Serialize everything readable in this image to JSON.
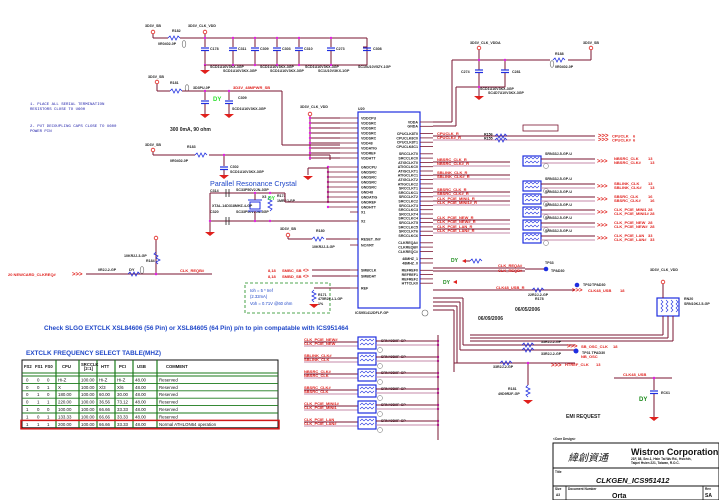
{
  "notes": {
    "note1_line1": "1- PLACE ALL SERIAL TERMINATION",
    "note1_line2": "RESISTORS CLOSE TO U600",
    "note2_line1": "2- PUT DECOUPLING CAPS CLOSE TO U600",
    "note2_line2": "POWER PIN",
    "ferrite": "300 0mA, 90 ohm"
  },
  "power_nets": {
    "v3_sb": "3D3V_SB",
    "clk_vdd": "3D3V_CLK_VDD",
    "clk_vdda": "3D3V_CLK_VDDA",
    "cpu_vdd": "3D3V_48MPWR_SB"
  },
  "components": {
    "r_top_left": "R182",
    "r_top_left_val": "0R0402-0P",
    "r_mid_left": "R181",
    "r_mid_left_val": "3D3PU-0P",
    "r_third": "R183",
    "r_third_val": "0R0402-0P",
    "r_top_right": "R188",
    "r_top_right_val": "0R0402-0P",
    "cap_labels": [
      "C178",
      "C311",
      "C309",
      "C303",
      "C310",
      "C273",
      "C308"
    ],
    "cap_values": [
      "SCD1U16V3KX-3GP",
      "SCD1U16V3KX-3GP",
      "SCD1U16V3KX-3GP",
      "SCD1U16V3KX-3GP",
      "SCD1U16V3KX-3GP",
      "SC1U10V3KX-1GP",
      "SC10U10V5ZY-1GP"
    ],
    "vdda_caps": [
      "C274",
      "C281"
    ],
    "vdda_cap_values": [
      "SCD1U16V3KX-3GP",
      "SC4D7U10V3KX-3GP"
    ],
    "c302": "C302",
    "c302_val": "SCD1U16V3KX-3GP",
    "c313": "C313",
    "c313_val": "SC10U10V5ZY-1GP"
  },
  "ic": {
    "ref": "U20",
    "part": "ICS951412DFLF-GP",
    "left_pins_power": [
      "VDDCPU",
      "VDDSRC",
      "VDDSRC",
      "VDDSRC",
      "VDDSRC",
      "VDD48",
      "VDDATIG",
      "VDDREF",
      "VDDHTT"
    ],
    "left_pins_gnd": [
      "GNDCPU",
      "GNDSRC",
      "GNDSRC",
      "GNDSRC",
      "GNDSRC",
      "GND48",
      "GNDATIG",
      "GNDREF",
      "GNDHTT"
    ],
    "left_pins_misc": [
      "X1",
      "X2",
      "RESET_IN#",
      "NC#/RT",
      "SMBCLK",
      "SMBDAT",
      "REF"
    ],
    "right_pins_top": [
      "VDDA",
      "GNDA"
    ],
    "right_pins_cpu": [
      "CPUCLK8T0",
      "CPUCLK8C0",
      "CPUCLK8T1",
      "CPUCLK8C1"
    ],
    "right_pins_src": [
      "SRCCLKT0",
      "SRCCLKC0",
      "ATIGCLKT0",
      "ATIGCLKC0",
      "ATIGCLKT1",
      "ATIGCLKC1",
      "ATIGCLKT2",
      "ATIGCLKC2",
      "SRCCLKT1",
      "SRCCLKC1",
      "SRCCLKT2",
      "SRCCLKC2",
      "SRCCLKT3",
      "SRCCLKC3",
      "SRCCLKT4",
      "SRCCLKC4",
      "SRCCLKT5",
      "SRCCLKC5",
      "SRCCLKT6",
      "SRCCLKC6"
    ],
    "right_pins_clkreq": [
      "CLKREQA#",
      "CLKREQB#",
      "CLKREQC#"
    ],
    "right_pins_48": [
      "48MHZ_1",
      "48MHZ_0"
    ],
    "right_pins_ref": [
      "REFREF0",
      "REFREF1",
      "REFREF2",
      "HTTCLK0"
    ]
  },
  "crystal": {
    "title": "Parallel Resonance Crystal",
    "ref": "X3",
    "part": "XTAL-14D318MHZ-4-GP",
    "c_a": "C314",
    "c_b": "C320",
    "c_val": "SC33P50V2JN-3GP",
    "r_ref": "R173",
    "r_val": "1MR2J-GP",
    "dy": "DY"
  },
  "reset": {
    "net": "3D3V_SB",
    "r": "R180",
    "r_val": "10KR2J-3-GP"
  },
  "smbus": {
    "ref_nets": [
      "8,18",
      "8,18"
    ],
    "nets": [
      "SMBC_SB",
      "SMBD_SB"
    ]
  },
  "iref_box": {
    "line1": "Ioh = 5 * Iref",
    "line2": "(2.32mA)",
    "line3": "Voh = 0.71V @60 ohm",
    "r": "R171",
    "r_val": "475R2F-L1-GP",
    "tol": "1%"
  },
  "newcard": {
    "left_label": "20 NEWCARD_CLKREQ#",
    "r": "R184",
    "r_val": "10KR2J-3-GP",
    "r2": "R186",
    "r2_val": "0R2J-2-GP",
    "dy": "DY",
    "net": "CLK_REQB#"
  },
  "check_note": "Check SLGO EXTCLK XSL84606 (56 Pin) or XSL84605 (64 Pin) p/n to pin compatable with ICS951464",
  "table": {
    "title": "EXTCLK FREQUENCY SELECT TABLE(MHZ)",
    "headers": [
      "FS2",
      "FS1",
      "FS0",
      "CPU",
      "SRCCLK [2:1]",
      "HTT",
      "PCI",
      "USB",
      "COMMENT"
    ],
    "rows": [
      [
        "0",
        "0",
        "0",
        "Hi-Z",
        "100.00",
        "Hi-Z",
        "Hi-Z",
        "48.00",
        "Reserved"
      ],
      [
        "0",
        "0",
        "1",
        "X",
        "100.00",
        "X/3",
        "X/6",
        "48.00",
        "Reserved"
      ],
      [
        "0",
        "1",
        "0",
        "180.00",
        "100.00",
        "60.00",
        "30.00",
        "48.00",
        "Reserved"
      ],
      [
        "0",
        "1",
        "1",
        "220.00",
        "100.00",
        "36.56",
        "73.12",
        "48.00",
        "Reserved"
      ],
      [
        "1",
        "0",
        "0",
        "100.00",
        "100.00",
        "66.66",
        "33.33",
        "48.00",
        "Reserved"
      ],
      [
        "1",
        "0",
        "1",
        "133.33",
        "100.00",
        "66.66",
        "33.33",
        "48.00",
        "Reserved"
      ],
      [
        "1",
        "1",
        "1",
        "200.00",
        "100.00",
        "66.66",
        "33.33",
        "48.00",
        "Normal ATHLON64 operation"
      ]
    ],
    "highlight_row": 6
  },
  "outputs": {
    "cpu": [
      {
        "net": "CPUCLK_R",
        "off": "CPUCLK",
        "page": "6"
      },
      {
        "net": "CPUCLK#_R",
        "off": "CPUCLK#",
        "page": "6"
      }
    ],
    "cpu_res": [
      "R156",
      "R155"
    ],
    "rp_groups": [
      {
        "rp": "RP13",
        "val": "SRN33J-5-GP-U",
        "nets": [
          "NBSRC_CLK",
          "NBSRC_CLK#"
        ],
        "page": "13"
      },
      {
        "rp": "RP14",
        "val": "SRN33J-5-GP-U",
        "nets": [
          "SBLINK_CLK",
          "SBLINK_CLK#"
        ],
        "page": "13"
      },
      {
        "rp": "RP15",
        "val": "SRN33J-5-GP-U",
        "nets": [
          "SBSRC_CLK",
          "SBSRC_CLK#"
        ],
        "page": "16"
      },
      {
        "rp": "RP16",
        "val": "SRN33J-5-GP-U",
        "nets": [
          "CLK_PCIE_MINI1",
          "CLK_PCIE_MINI1#"
        ],
        "page": "28"
      },
      {
        "rp": "RP17",
        "val": "SRN33J-5-GP-U",
        "nets": [
          "CLK_PCIE_NEW",
          "CLK_PCIE_NEW#"
        ],
        "page": "28"
      },
      {
        "rp": "RP18",
        "val": "SRN33J-5-GP-U",
        "nets": [
          "CLK_PCIE_LAN",
          "CLK_PCIE_LAN#"
        ],
        "page": "33"
      }
    ],
    "ic_right_nets": [
      "CPUCLK_R",
      "CPUCLK#_R",
      "NBSRC_CLK_R",
      "NBSRC_CLK#_R",
      "SBLINK_CLK_R",
      "SBLINK_CLK#_R",
      "SBSRC_CLK_R",
      "SBSRC_CLK#_R",
      "CLK_PCIE_MINI1_R",
      "CLK_PCIE_MINI1#_R",
      "CLK_PCIE_NEW_R",
      "CLK_PCIE_NEW#_R",
      "CLK_PCIE_LAN_R",
      "CLK_PCIE_LAN#_R"
    ],
    "tp": [
      {
        "ref": "TP33",
        "label": "TPAD30"
      },
      {
        "ref": "TP32",
        "label": "TPAD30"
      }
    ],
    "clk_req": [
      "CLK_REQA#",
      "CLK_REQB#"
    ],
    "usb": {
      "net": "CLK48_USB_R",
      "off": "CLK48_USB",
      "page": "18",
      "r": "R178",
      "r_val": "22R2J-2-GP"
    },
    "dy": "DY",
    "rn": {
      "ref": "RN20",
      "val": "SRN10KJ-5-GP",
      "pwr": "3D3V_CLK_VDD"
    },
    "dates": [
      "06/05/2006",
      "06/09/2006"
    ],
    "ref_out": [
      {
        "net": "SB_OSC_CLK",
        "page": "18",
        "r": "R186",
        "val": "33R2J-2-GP"
      },
      {
        "net": "NB_OSC",
        "page": "13",
        "r": "R185",
        "val": "33R2J-2-GP",
        "tp": "TP31 TPAD30"
      },
      {
        "net": "HTREF_CLK",
        "page": "13",
        "r": "R187",
        "val": "33R2J-2-GP"
      }
    ],
    "r_pd": {
      "ref": "R181",
      "val": "49D9R2F-GP"
    },
    "usb_cap": {
      "net": "CLK48_USB",
      "ref": "EC61",
      "val": "SC10P50V2JN-4GP",
      "dy": "DY"
    },
    "emi": "EMI REQUEST"
  },
  "bottom_rp": {
    "val": "SRN49D9F-GP",
    "groups": [
      [
        "CLK_PCIE_NEW#",
        "CLK_PCIE_NEW"
      ],
      [
        "SBLINK_CLK#",
        "SBLINK_CLK"
      ],
      [
        "NBSRC_CLK#",
        "NBSRC_CLK"
      ],
      [
        "SBSRC_CLK#",
        "SBSRC_CLK"
      ],
      [
        "CLK_PCIE_MINI1#",
        "CLK_PCIE_MINI1"
      ],
      [
        "CLK_PCIE_LAN",
        "CLK_PCIE_LAN#"
      ]
    ]
  },
  "title_block": {
    "design_tag": "<Core Design>",
    "chinese_name": "緯創資通",
    "company": "Wistron Corporation",
    "address1": "21F, 88, Sec.1, Hsin Tai Wu Rd., Hsichih,",
    "address2": "Taipei Hsien 221, Taiwan, R.O.C.",
    "title_label": "Title",
    "title": "CLKGEN_ICS951412",
    "size_label": "Size",
    "size": "A3",
    "docnum_label": "Document Number",
    "docnum": "Orta",
    "rev_label": "Rev",
    "rev": "SA"
  }
}
